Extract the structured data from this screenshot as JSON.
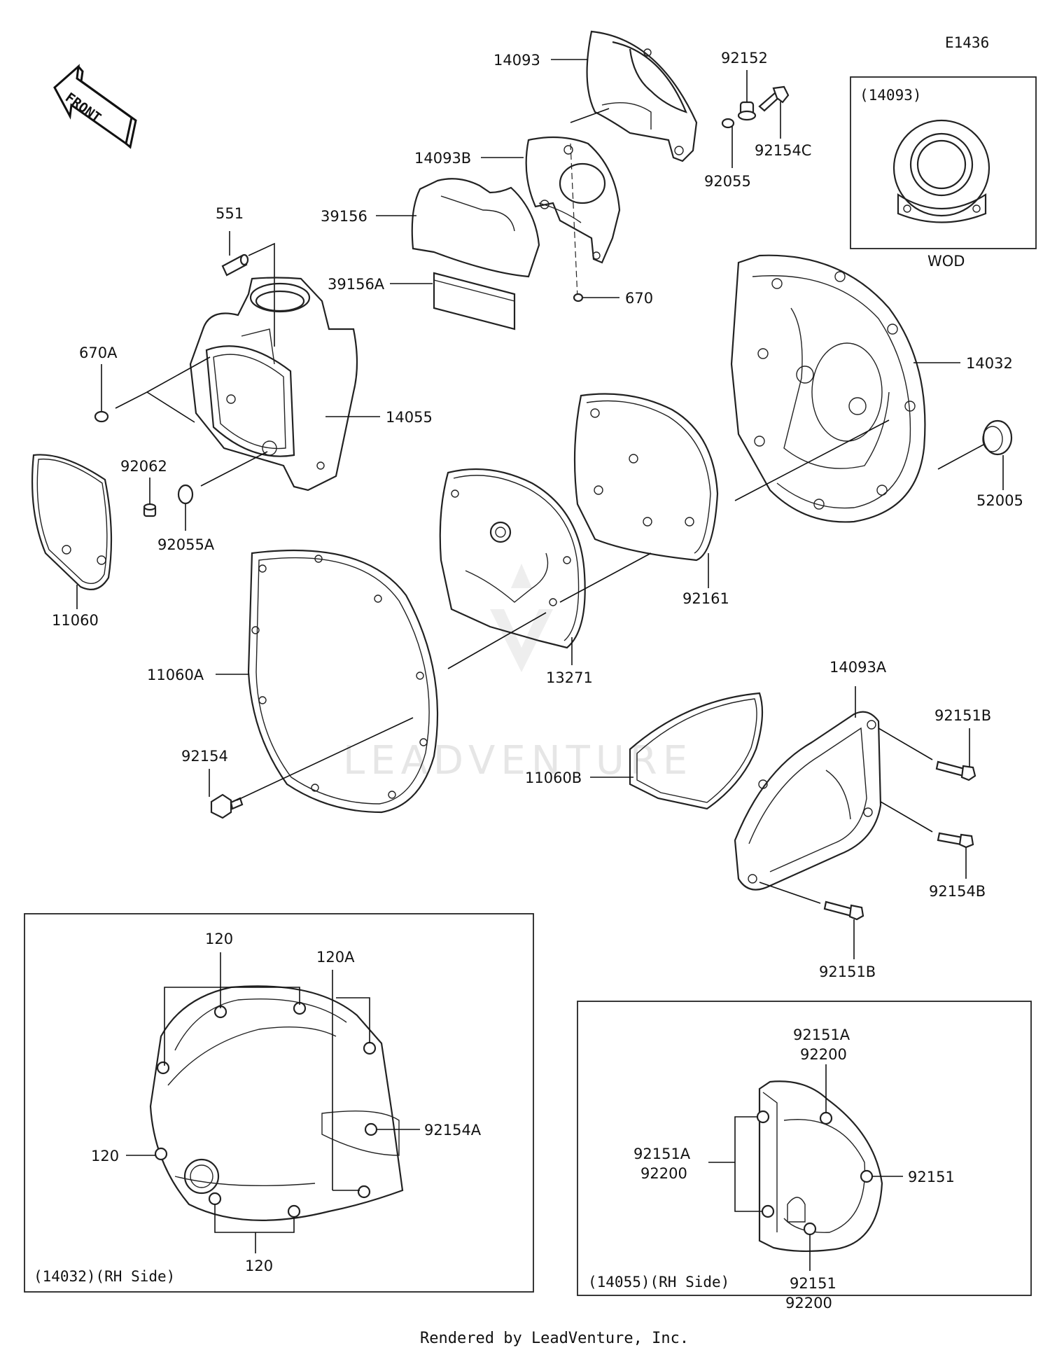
{
  "diagram_code": "E1436",
  "front_arrow_label": "FRONT",
  "watermark": "LEADVENTURE",
  "footer": "Rendered by LeadVenture, Inc.",
  "callouts": {
    "p14093": "14093",
    "p92152": "92152",
    "p92154C": "92154C",
    "p92055": "92055",
    "p14093B": "14093B",
    "p39156": "39156",
    "p39156A": "39156A",
    "p670": "670",
    "p551": "551",
    "p670A": "670A",
    "p14055": "14055",
    "p92062": "92062",
    "p92055A": "92055A",
    "p11060": "11060",
    "p14032": "14032",
    "p52005": "52005",
    "p92161": "92161",
    "p13271": "13271",
    "p11060A": "11060A",
    "p92154": "92154",
    "p14093A": "14093A",
    "p92151B_top": "92151B",
    "p11060B": "11060B",
    "p92154B": "92154B",
    "p92151B_bottom": "92151B"
  },
  "inset_wod": {
    "header": "(14093)",
    "label": "WOD"
  },
  "inset_rh_14032": {
    "title": "(14032)(RH Side)",
    "c120_top": "120",
    "c120A": "120A",
    "c92154A": "92154A",
    "c120_left": "120",
    "c120_bottom": "120"
  },
  "inset_rh_14055": {
    "title": "(14055)(RH Side)",
    "top_line1": "92151A",
    "top_line2": "92200",
    "left_line1": "92151A",
    "left_line2": "92200",
    "right": "92151",
    "bottom_line1": "92151",
    "bottom_line2": "92200"
  }
}
